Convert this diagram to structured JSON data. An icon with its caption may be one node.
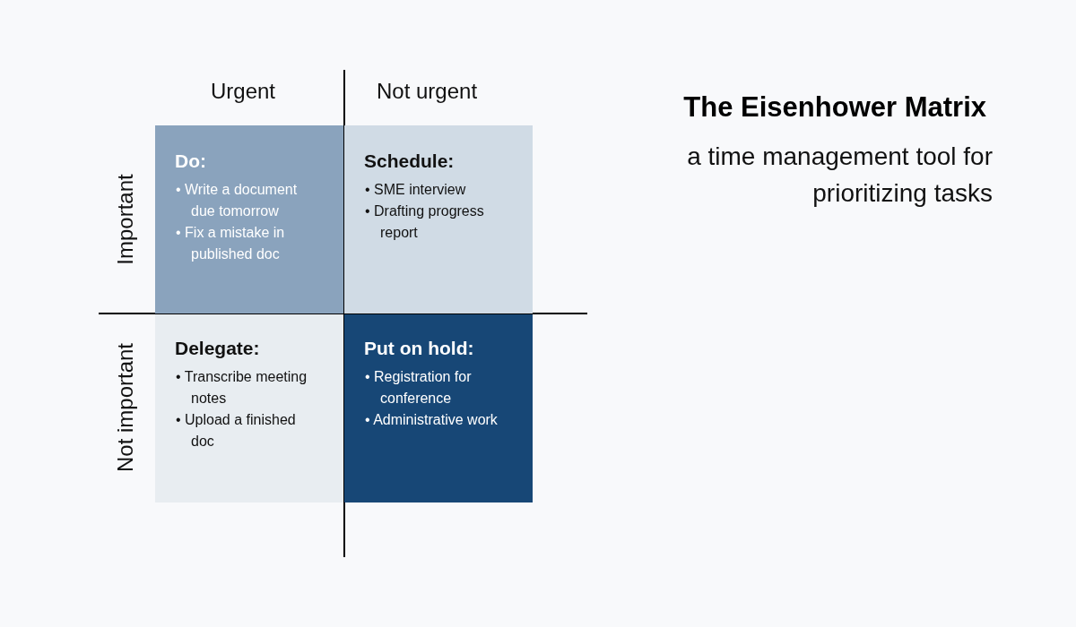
{
  "diagram": {
    "title": "The Eisenhower Matrix",
    "caption": "a time management tool for prioritizing tasks",
    "nodes": [
      {
        "text": [
          "Do:",
          "• Write a document due tomorrow",
          "• Fix a mistake in published doc"
        ]
      },
      {
        "text": [
          "Schedule:",
          "• SME interview",
          "• Drafting progress report"
        ]
      },
      {
        "text": [
          "Delegate:",
          "• Transcribe meeting notes",
          "• Upload a finished doc"
        ]
      },
      {
        "text": [
          "Put on hold:",
          "• Registration for conference",
          "• Administrative work"
        ]
      }
    ],
    "edges": [],
    "labels": [
      "Urgent",
      "Not urgent",
      "Important",
      "Not important"
    ]
  }
}
